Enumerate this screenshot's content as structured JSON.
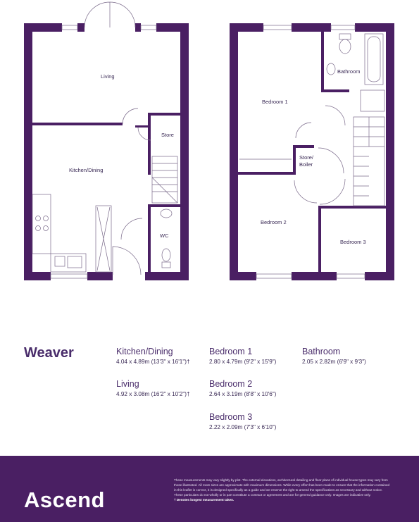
{
  "plan": {
    "ground_labels": {
      "living": "Living",
      "kitchen": "Kitchen/Dining",
      "store": "Store",
      "wc": "WC"
    },
    "first_labels": {
      "bedroom1": "Bedroom 1",
      "bathroom": "Bathroom",
      "store_boiler_1": "Store/",
      "store_boiler_2": "Boiler",
      "bedroom2": "Bedroom 2",
      "bedroom3": "Bedroom 3"
    }
  },
  "house_type": "Weaver",
  "rooms": [
    {
      "name": "Kitchen/Dining",
      "dims": "4.04 x 4.89m (13'3\" x 16'1\")†"
    },
    {
      "name": "Living",
      "dims": "4.92 x 3.08m (16'2\" x 10'2\")†"
    },
    {
      "name": "Bedroom 1",
      "dims": "2.80 x 4.79m (9'2\" x 15'9\")"
    },
    {
      "name": "Bedroom 2",
      "dims": "2.64 x 3.19m (8'8\" x 10'6\")"
    },
    {
      "name": "Bedroom 3",
      "dims": "2.22 x 2.09m (7'3\" x 6'10\")"
    },
    {
      "name": "Bathroom",
      "dims": "2.05 x 2.82m (6'9\" x 9'3\")"
    }
  ],
  "footer": {
    "logo": "Ascend",
    "disclaimer": "These measurements may vary slightly by plot. The external elevations, architectural detailing and floor plans of individual house types may vary from those illustrated. All room sizes are approximate with maximum dimensions. While every effort has been made to ensure that the information contained in this leaflet is correct, it is designed specifically as a guide and we reserve the right to amend the specifications as necessary and without notice. These particulars do not wholly or in part constitute a contract or agreement and are for general guidance only. Images are indicative only.",
    "note": "† Denotes longest measurement taken."
  },
  "colors": {
    "wall": "#4a1f63",
    "footer_bg": "#4a1f63",
    "heading": "#4a2d6b"
  }
}
